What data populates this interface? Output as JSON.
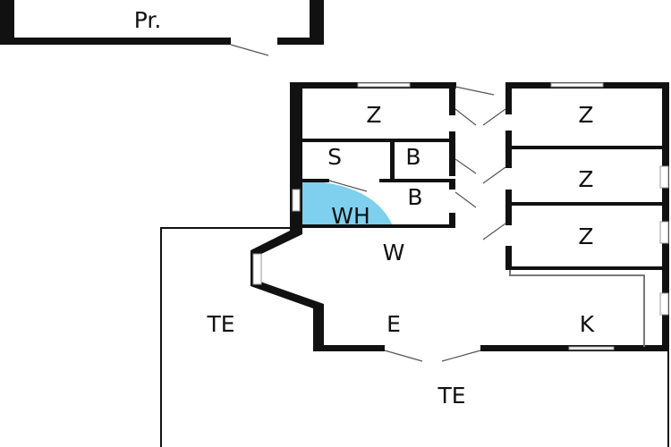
{
  "plan": {
    "colors": {
      "wall": "#111111",
      "wh_highlight": "#7fd0ef"
    },
    "rooms": {
      "pr": "Pr.",
      "z1": "Z",
      "z2": "Z",
      "z3": "Z",
      "z4": "Z",
      "s": "S",
      "b1": "B",
      "b2": "B",
      "wh": "WH",
      "w": "W",
      "e": "E",
      "k": "K",
      "te_left": "TE",
      "te_bottom": "TE"
    }
  }
}
